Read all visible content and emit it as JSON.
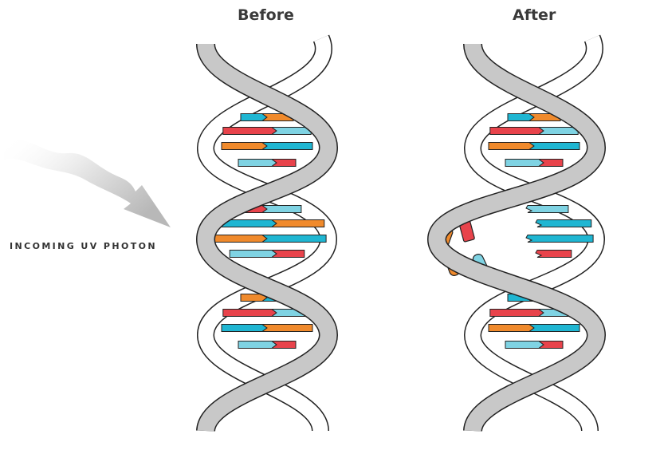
{
  "labels": {
    "before": "Before",
    "after": "After",
    "uv": "INCOMING UV PHOTON"
  },
  "colors": {
    "backbone": "#c8c8c8",
    "outline": "#222222",
    "cyan": "#1fb6d2",
    "light_blue": "#7fd3e3",
    "orange": "#f08a2c",
    "red": "#e8434b",
    "photon": "#bdbdbd"
  },
  "helices": [
    {
      "id": "before",
      "rungs": [
        {
          "left": "cyan",
          "right": "orange"
        },
        {
          "left": "red",
          "right": "light_blue"
        },
        {
          "left": "orange",
          "right": "cyan"
        },
        {
          "left": "light_blue",
          "right": "red"
        },
        {
          "left": "red",
          "right": "light_blue"
        },
        {
          "left": "cyan",
          "right": "orange"
        },
        {
          "left": "orange",
          "right": "cyan"
        },
        {
          "left": "light_blue",
          "right": "red"
        },
        {
          "left": "orange",
          "right": "cyan"
        },
        {
          "left": "red",
          "right": "light_blue"
        },
        {
          "left": "cyan",
          "right": "orange"
        },
        {
          "left": "light_blue",
          "right": "red"
        }
      ]
    },
    {
      "id": "after",
      "rungs": [
        {
          "left": "cyan",
          "right": "orange"
        },
        {
          "left": "red",
          "right": "light_blue"
        },
        {
          "left": "orange",
          "right": "cyan"
        },
        {
          "left": "light_blue",
          "right": "red"
        },
        {
          "left": "broken",
          "right": "light_blue"
        },
        {
          "left": "broken",
          "right": "cyan"
        },
        {
          "left": "broken",
          "right": "cyan"
        },
        {
          "left": "broken",
          "right": "red"
        },
        {
          "left": "cyan",
          "right": "orange"
        },
        {
          "left": "red",
          "right": "light_blue"
        },
        {
          "left": "orange",
          "right": "cyan"
        },
        {
          "left": "light_blue",
          "right": "red"
        }
      ]
    }
  ]
}
